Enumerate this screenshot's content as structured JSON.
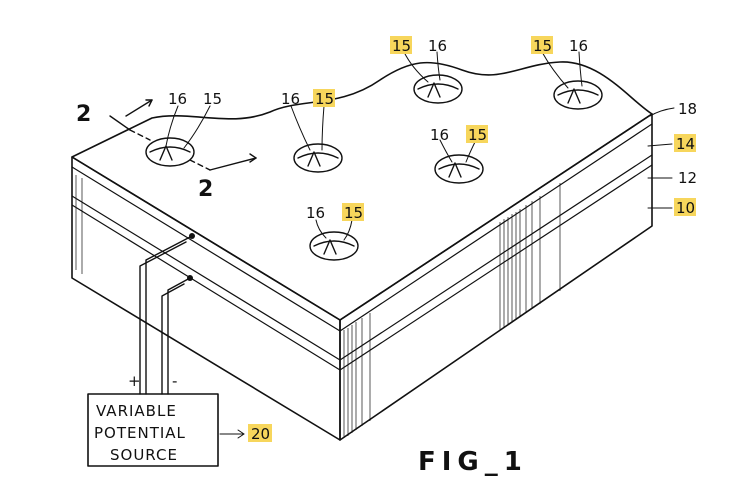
{
  "figure": {
    "title": "FIG_1"
  },
  "section_marker": "2",
  "source_box": {
    "lines": [
      "VARIABLE",
      "POTENTIAL",
      "SOURCE"
    ]
  },
  "terminals": {
    "positive": "+",
    "negative": "-"
  },
  "colors": {
    "highlight": "#f7d65c",
    "ink": "#111111"
  },
  "labels": {
    "source": "20",
    "layer_top": "18",
    "layer_14": "14",
    "layer_12": "12",
    "layer_10": "10"
  },
  "holes": [
    {
      "id": "left",
      "labels": [
        "16",
        "15"
      ],
      "highlight": [
        false,
        false
      ]
    },
    {
      "id": "mid-left",
      "labels": [
        "16",
        "15"
      ],
      "highlight": [
        false,
        true
      ]
    },
    {
      "id": "top-center",
      "labels": [
        "15",
        "16"
      ],
      "highlight": [
        true,
        false
      ]
    },
    {
      "id": "top-right",
      "labels": [
        "15",
        "16"
      ],
      "highlight": [
        true,
        false
      ]
    },
    {
      "id": "center",
      "labels": [
        "16",
        "15"
      ],
      "highlight": [
        false,
        true
      ]
    },
    {
      "id": "front",
      "labels": [
        "16",
        "15"
      ],
      "highlight": [
        false,
        true
      ]
    }
  ]
}
